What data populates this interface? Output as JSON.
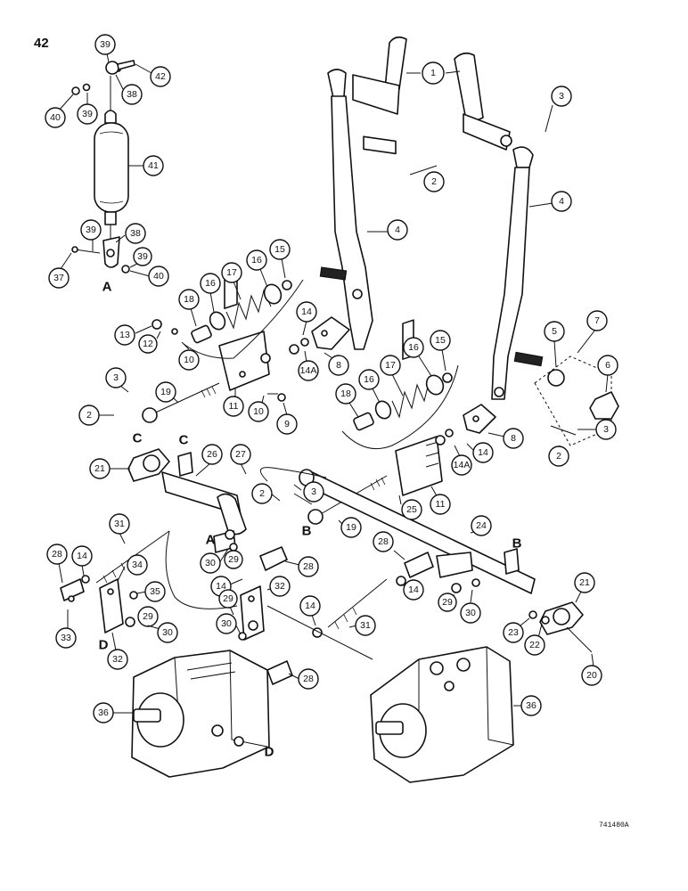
{
  "page": {
    "number": "42",
    "reference": "741480A"
  },
  "callouts": [
    {
      "id": "c1",
      "label": "1"
    },
    {
      "id": "c2a",
      "label": "2"
    },
    {
      "id": "c3a",
      "label": "3"
    },
    {
      "id": "c4a",
      "label": "4"
    },
    {
      "id": "c4b",
      "label": "4"
    },
    {
      "id": "c5",
      "label": "5"
    },
    {
      "id": "c6",
      "label": "6"
    },
    {
      "id": "c7",
      "label": "7"
    },
    {
      "id": "c3b",
      "label": "3"
    },
    {
      "id": "c2b",
      "label": "2"
    },
    {
      "id": "c8a",
      "label": "8"
    },
    {
      "id": "c8b",
      "label": "8"
    },
    {
      "id": "c9",
      "label": "9"
    },
    {
      "id": "c10a",
      "label": "10"
    },
    {
      "id": "c10b",
      "label": "10"
    },
    {
      "id": "c11a",
      "label": "11"
    },
    {
      "id": "c11b",
      "label": "11"
    },
    {
      "id": "c12",
      "label": "12"
    },
    {
      "id": "c13",
      "label": "13"
    },
    {
      "id": "c14a",
      "label": "14"
    },
    {
      "id": "c14Aa",
      "label": "14A"
    },
    {
      "id": "c14b",
      "label": "14"
    },
    {
      "id": "c14Ab",
      "label": "14A"
    },
    {
      "id": "c15a",
      "label": "15"
    },
    {
      "id": "c15b",
      "label": "15"
    },
    {
      "id": "c16a",
      "label": "16"
    },
    {
      "id": "c16b",
      "label": "16"
    },
    {
      "id": "c16c",
      "label": "16"
    },
    {
      "id": "c16d",
      "label": "16"
    },
    {
      "id": "c17a",
      "label": "17"
    },
    {
      "id": "c17b",
      "label": "17"
    },
    {
      "id": "c18a",
      "label": "18"
    },
    {
      "id": "c18b",
      "label": "18"
    },
    {
      "id": "c3c",
      "label": "3"
    },
    {
      "id": "c2c",
      "label": "2"
    },
    {
      "id": "c19a",
      "label": "19"
    },
    {
      "id": "c21a",
      "label": "21"
    },
    {
      "id": "c26",
      "label": "26"
    },
    {
      "id": "c27",
      "label": "27"
    },
    {
      "id": "c2d",
      "label": "2"
    },
    {
      "id": "c3d",
      "label": "3"
    },
    {
      "id": "c19b",
      "label": "19"
    },
    {
      "id": "c25",
      "label": "25"
    },
    {
      "id": "c24",
      "label": "24"
    },
    {
      "id": "c31a",
      "label": "31"
    },
    {
      "id": "c28a",
      "label": "28"
    },
    {
      "id": "c14c",
      "label": "14"
    },
    {
      "id": "c34",
      "label": "34"
    },
    {
      "id": "c35",
      "label": "35"
    },
    {
      "id": "c33",
      "label": "33"
    },
    {
      "id": "c32a",
      "label": "32"
    },
    {
      "id": "c29a",
      "label": "29"
    },
    {
      "id": "c30a",
      "label": "30"
    },
    {
      "id": "c30b",
      "label": "30"
    },
    {
      "id": "c29b",
      "label": "29"
    },
    {
      "id": "c28b",
      "label": "28"
    },
    {
      "id": "c14d",
      "label": "14"
    },
    {
      "id": "c32b",
      "label": "32"
    },
    {
      "id": "c29c",
      "label": "29"
    },
    {
      "id": "c30c",
      "label": "30"
    },
    {
      "id": "c28c",
      "label": "28"
    },
    {
      "id": "c14e",
      "label": "14"
    },
    {
      "id": "c31b",
      "label": "31"
    },
    {
      "id": "c28d",
      "label": "28"
    },
    {
      "id": "c14f",
      "label": "14"
    },
    {
      "id": "c29d",
      "label": "29"
    },
    {
      "id": "c30d",
      "label": "30"
    },
    {
      "id": "c23",
      "label": "23"
    },
    {
      "id": "c22",
      "label": "22"
    },
    {
      "id": "c21b",
      "label": "21"
    },
    {
      "id": "c20",
      "label": "20"
    },
    {
      "id": "c36a",
      "label": "36"
    },
    {
      "id": "c36b",
      "label": "36"
    },
    {
      "id": "c39a",
      "label": "39"
    },
    {
      "id": "c42",
      "label": "42"
    },
    {
      "id": "c40a",
      "label": "40"
    },
    {
      "id": "c39b",
      "label": "39"
    },
    {
      "id": "c38a",
      "label": "38"
    },
    {
      "id": "c41",
      "label": "41"
    },
    {
      "id": "c39c",
      "label": "39"
    },
    {
      "id": "c38b",
      "label": "38"
    },
    {
      "id": "c37",
      "label": "37"
    },
    {
      "id": "c39d",
      "label": "39"
    },
    {
      "id": "c40b",
      "label": "40"
    }
  ],
  "letters": [
    {
      "id": "A1",
      "label": "A"
    },
    {
      "id": "C1",
      "label": "C"
    },
    {
      "id": "C2",
      "label": "C"
    },
    {
      "id": "A2",
      "label": "A"
    },
    {
      "id": "B1",
      "label": "B"
    },
    {
      "id": "B2",
      "label": "B"
    },
    {
      "id": "D1",
      "label": "D"
    },
    {
      "id": "D2",
      "label": "D"
    }
  ]
}
